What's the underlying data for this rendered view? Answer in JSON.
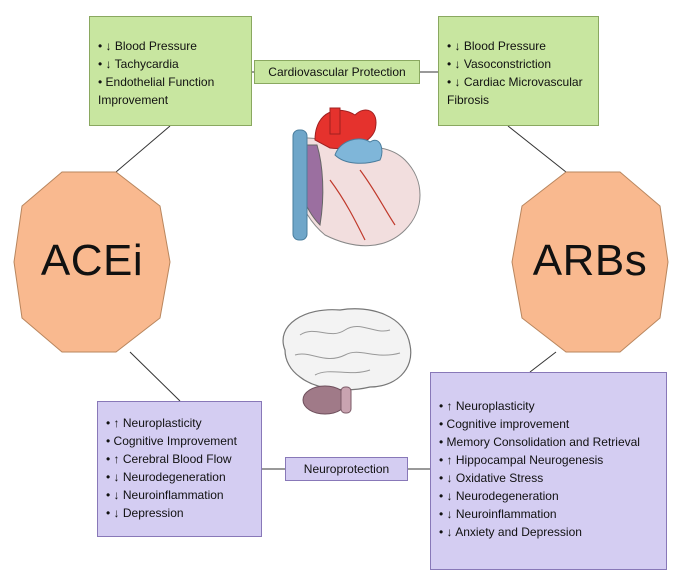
{
  "colors": {
    "green_box": "#c8e6a0",
    "purple_box": "#d4cdf2",
    "octagon": "#f9b98f",
    "octagon_border": "#b9865e"
  },
  "acei": {
    "title": "ACEi",
    "cardio_effects": [
      "• ↓ Blood Pressure",
      "• ↓ Tachycardia",
      "• Endothelial Function",
      "Improvement"
    ],
    "neuro_effects": [
      "• ↑ Neuroplasticity",
      "• Cognitive Improvement",
      "• ↑ Cerebral Blood Flow",
      "• ↓ Neurodegeneration",
      "• ↓ Neuroinflammation",
      "• ↓ Depression"
    ]
  },
  "arbs": {
    "title": "ARBs",
    "cardio_effects": [
      "• ↓ Blood Pressure",
      "• ↓ Vasoconstriction",
      "• ↓ Cardiac Microvascular",
      "Fibrosis"
    ],
    "neuro_effects": [
      "• ↑ Neuroplasticity",
      "• Cognitive improvement",
      "• Memory Consolidation and Retrieval",
      "• ↑ Hippocampal Neurogenesis",
      "• ↓ Oxidative Stress",
      "• ↓ Neurodegeneration",
      "• ↓ Neuroinflammation",
      "• ↓ Anxiety and Depression"
    ]
  },
  "shared": {
    "cardio_label": "Cardiovascular Protection",
    "neuro_label": "Neuroprotection"
  },
  "icons": {
    "heart": "heart-icon",
    "brain": "brain-icon"
  }
}
